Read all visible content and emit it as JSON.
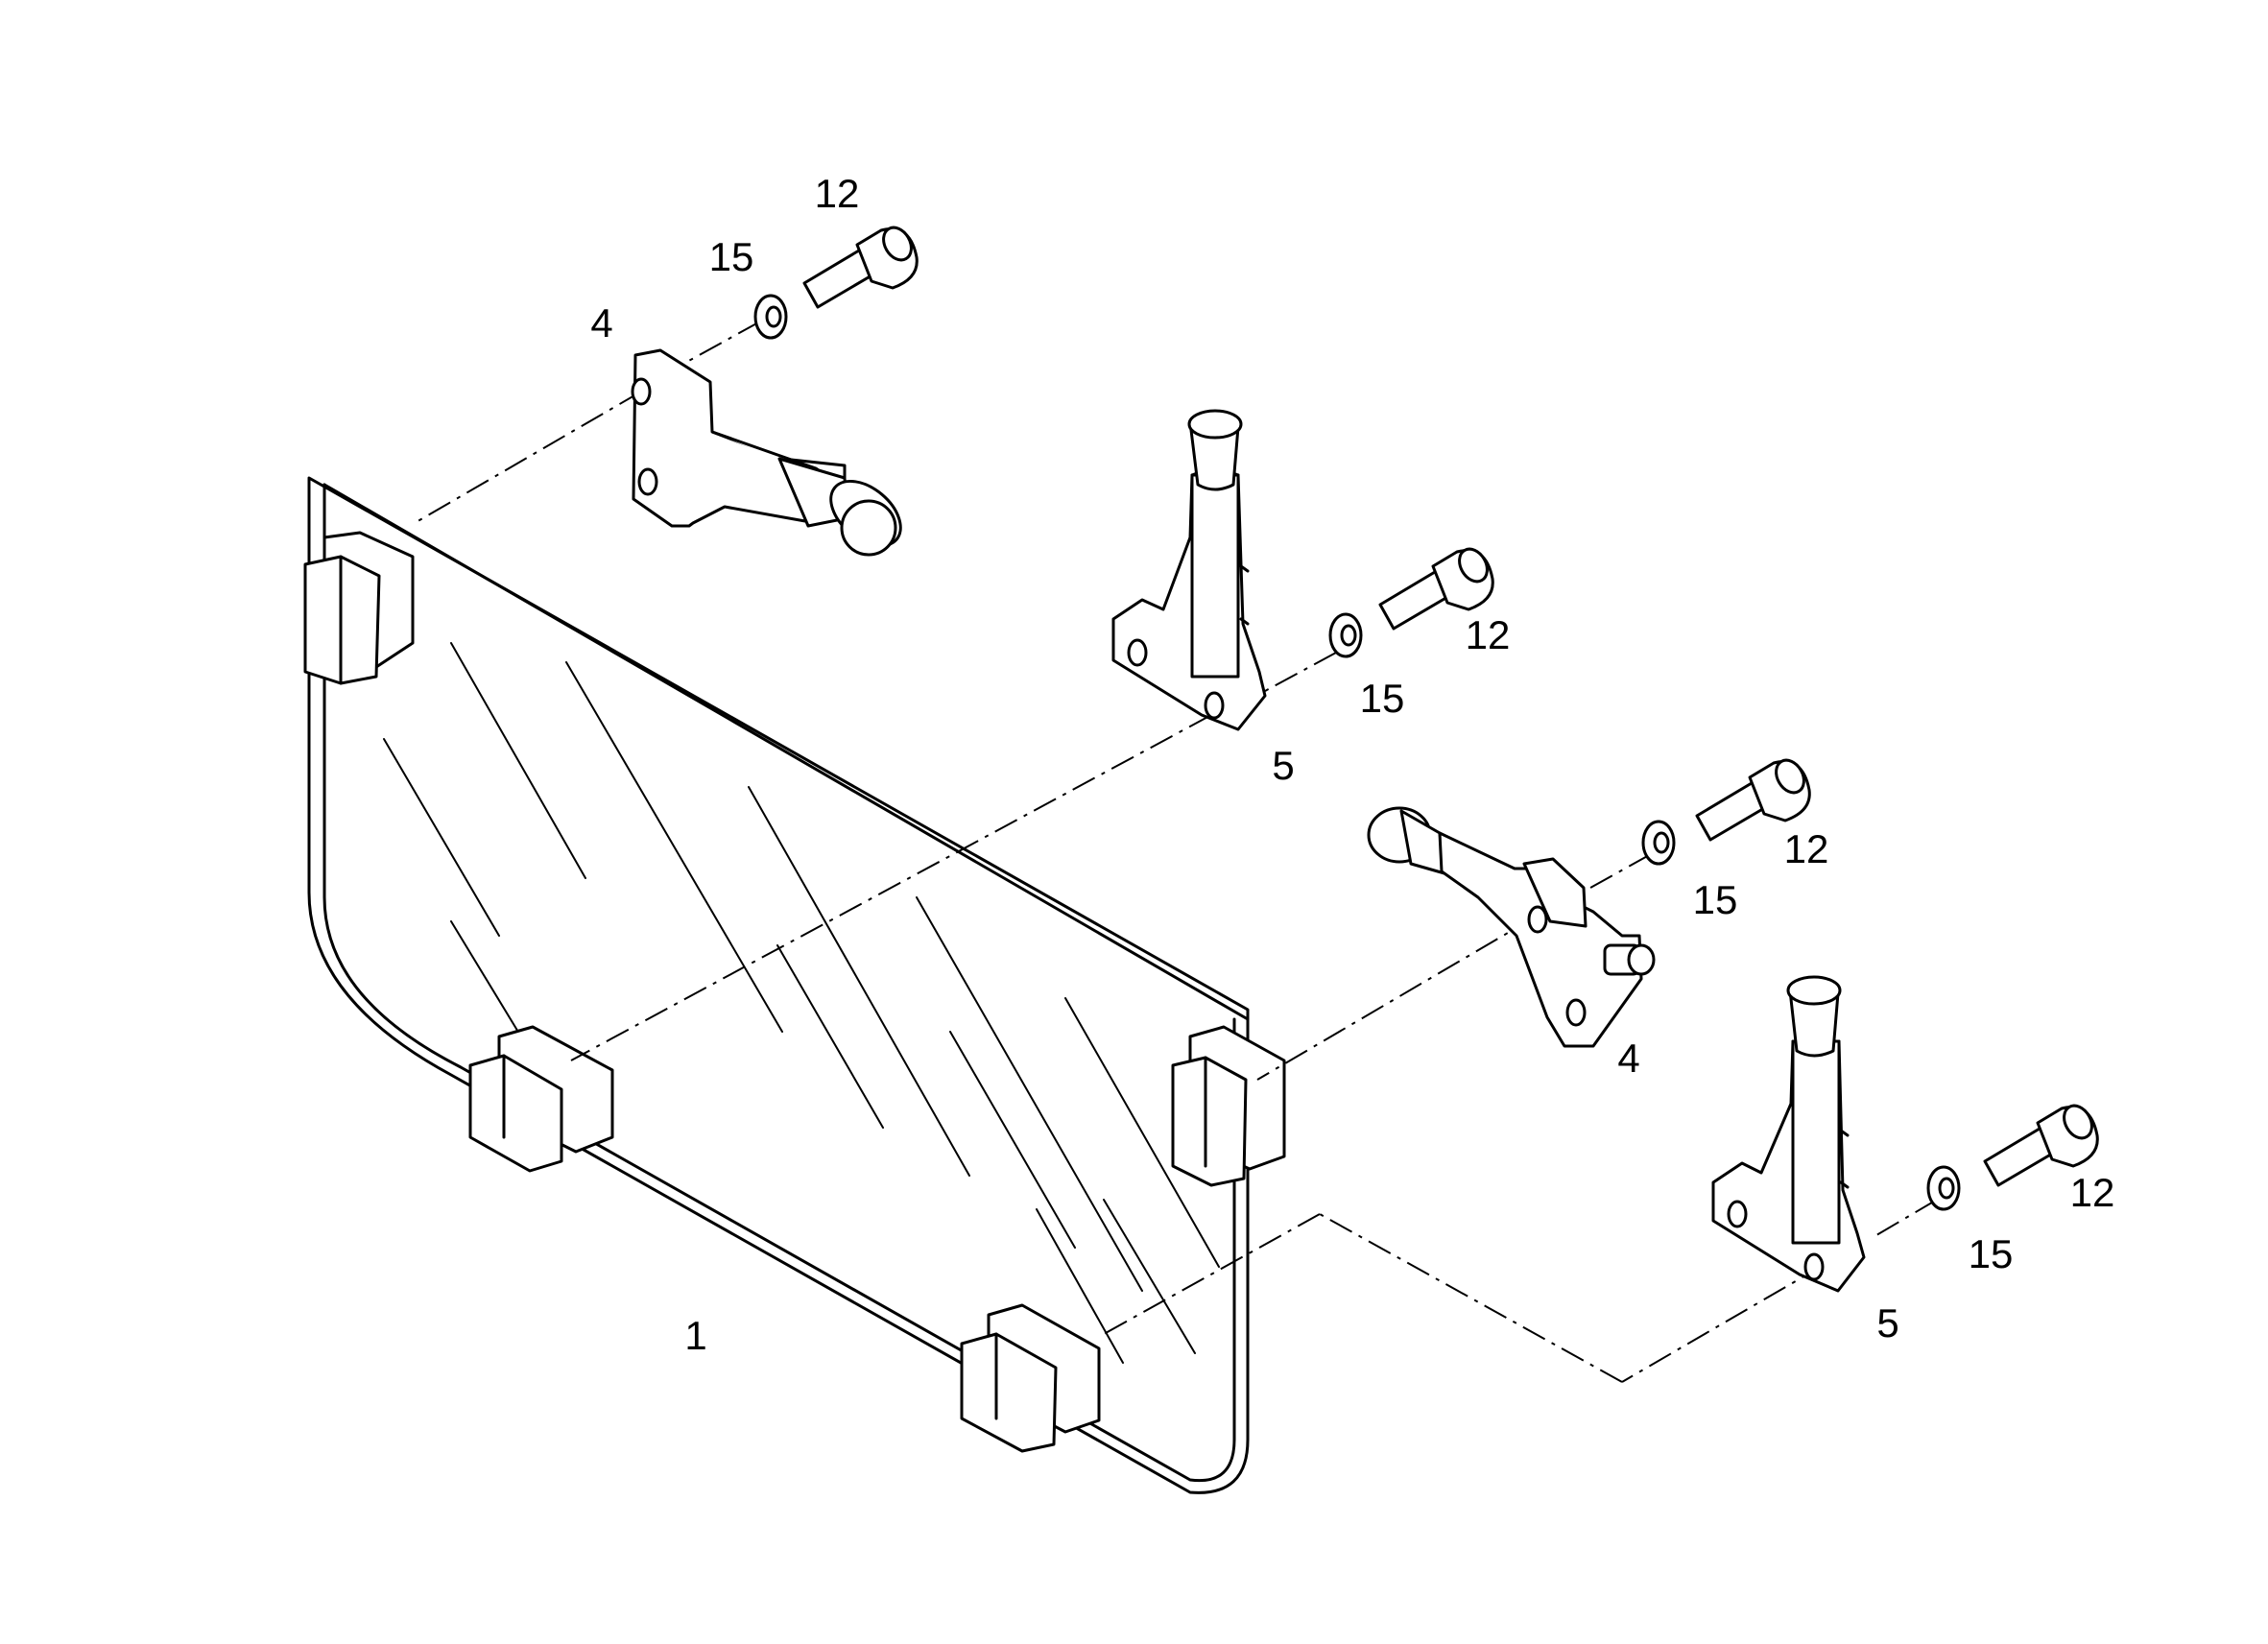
{
  "callouts": [
    {
      "id": "c-12-a",
      "label": "12"
    },
    {
      "id": "c-15-a",
      "label": "15"
    },
    {
      "id": "c-4-a",
      "label": "4"
    },
    {
      "id": "c-12-b",
      "label": "12"
    },
    {
      "id": "c-15-b",
      "label": "15"
    },
    {
      "id": "c-5-a",
      "label": "5"
    },
    {
      "id": "c-12-c",
      "label": "12"
    },
    {
      "id": "c-15-c",
      "label": "15"
    },
    {
      "id": "c-4-b",
      "label": "4"
    },
    {
      "id": "c-12-d",
      "label": "12"
    },
    {
      "id": "c-15-d",
      "label": "15"
    },
    {
      "id": "c-5-b",
      "label": "5"
    },
    {
      "id": "c-1",
      "label": "1"
    }
  ]
}
